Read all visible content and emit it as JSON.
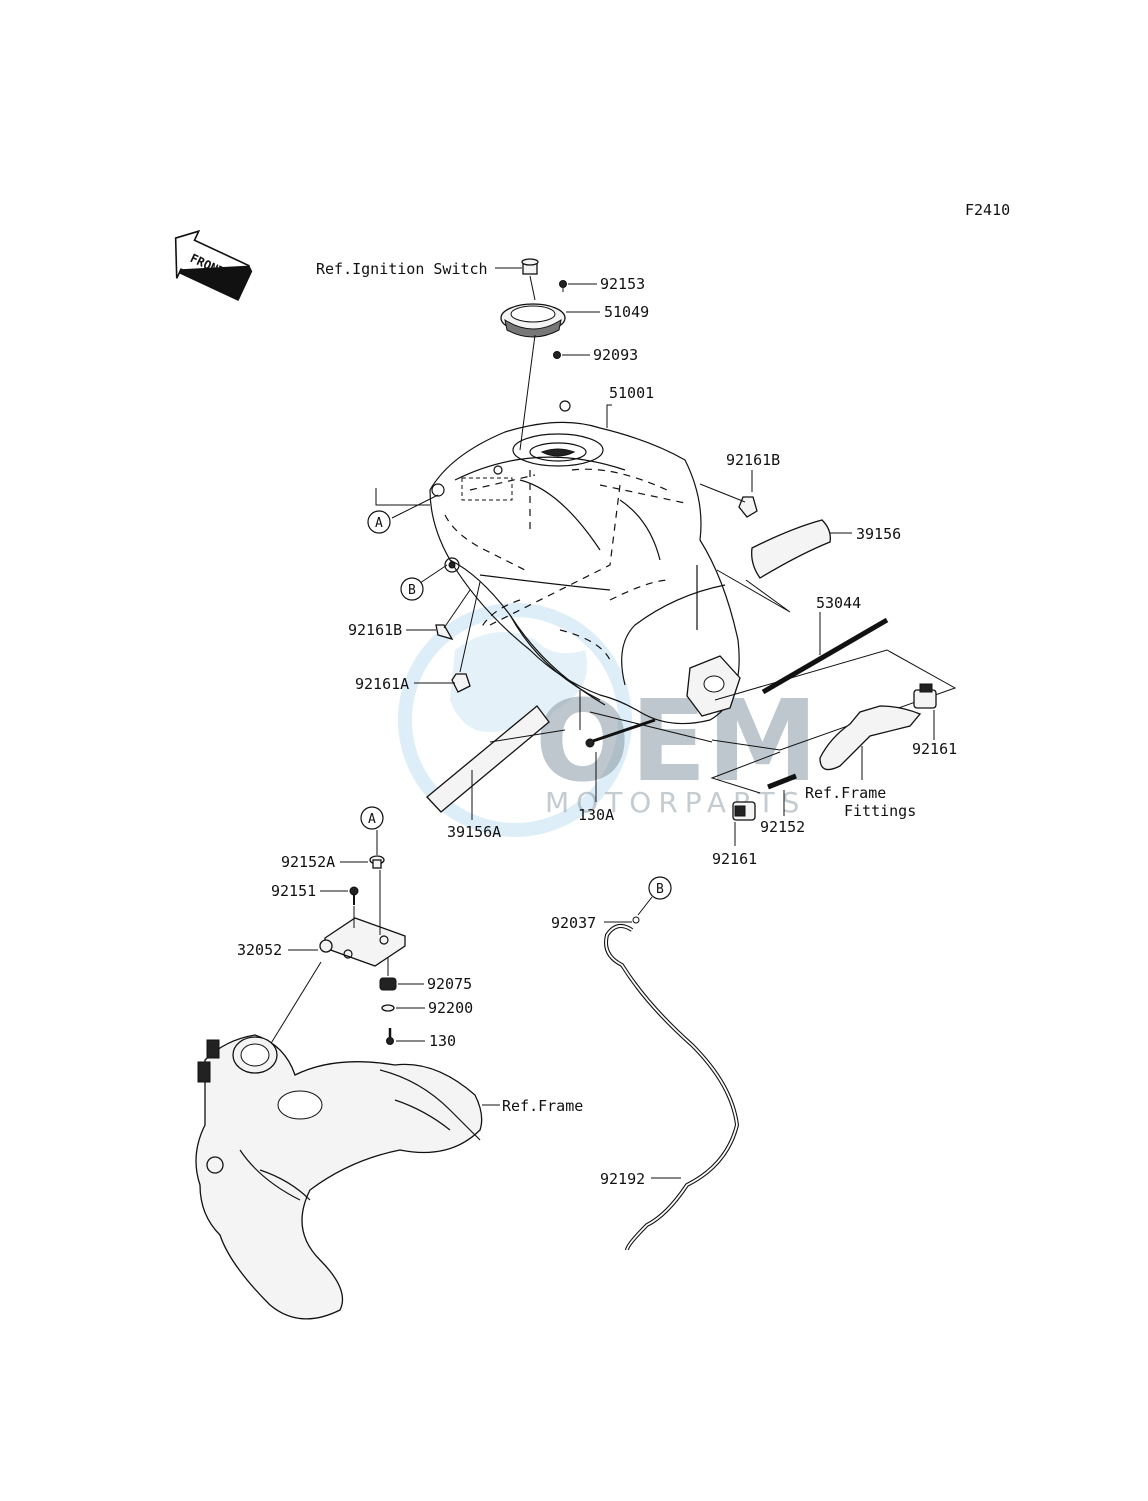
{
  "figure_code": "F2410",
  "front_arrow_text": "FRONT",
  "callouts": {
    "a": "A",
    "b": "B"
  },
  "watermark": {
    "brand": "OEM",
    "sub": "MOTORPARTS"
  },
  "parts": {
    "ref_ignition_switch": "Ref.Ignition Switch",
    "p92153": "92153",
    "p51049": "51049",
    "p92093": "92093",
    "p51001": "51001",
    "p92161B_right": "92161B",
    "p39156": "39156",
    "p92161B_left": "92161B",
    "p92161A": "92161A",
    "p53044": "53044",
    "p92161_right": "92161",
    "ref_frame_fittings_1": "Ref.Frame",
    "ref_frame_fittings_2": "Fittings",
    "p92152": "92152",
    "p92161_bottom": "92161",
    "p130A": "130A",
    "p39156A": "39156A",
    "p92152A": "92152A",
    "p92151": "92151",
    "p32052": "32052",
    "p92075": "92075",
    "p92200": "92200",
    "p130": "130",
    "ref_frame": "Ref.Frame",
    "p92037": "92037",
    "p92192": "92192"
  },
  "colors": {
    "line": "#111111",
    "watermark": "#8a9aa5",
    "watermark_globe": "#4aa3d8"
  }
}
